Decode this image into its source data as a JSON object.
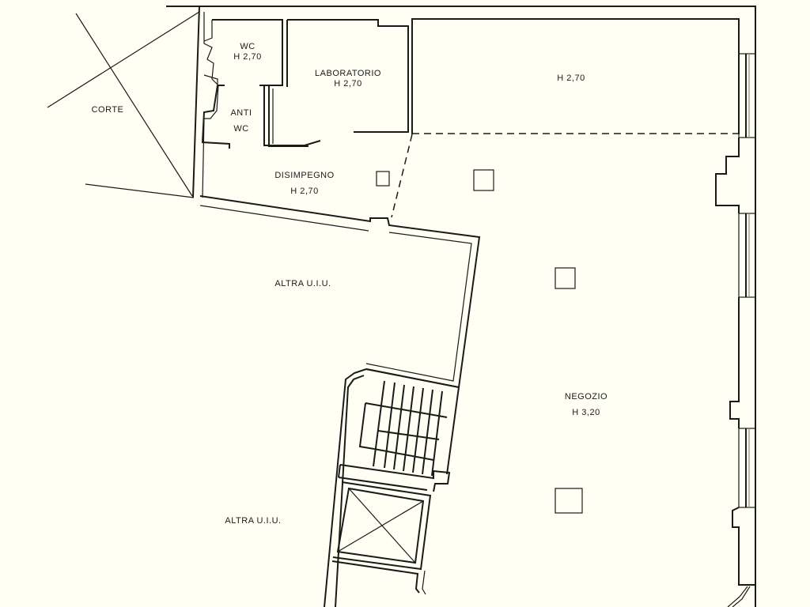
{
  "plan": {
    "background": "#fffff4",
    "line_color": "#1a1a1a",
    "rooms": [
      {
        "id": "corte",
        "name": "CORTE",
        "height": ""
      },
      {
        "id": "wc",
        "name": "WC",
        "height": "H 2,70"
      },
      {
        "id": "anti_wc",
        "name": "ANTI",
        "height": "WC"
      },
      {
        "id": "laboratorio",
        "name": "LABORATORIO",
        "height": "H 2,70"
      },
      {
        "id": "upper_area",
        "name": "",
        "height": "H 2,70"
      },
      {
        "id": "disimpegno",
        "name": "DISIMPEGNO",
        "height": "H 2,70"
      },
      {
        "id": "altra_uiu_1",
        "name": "ALTRA U.I.U.",
        "height": ""
      },
      {
        "id": "negozio",
        "name": "NEGOZIO",
        "height": "H 3,20"
      },
      {
        "id": "altra_uiu_2",
        "name": "ALTRA U.I.U.",
        "height": ""
      }
    ],
    "symbols": {
      "pillars": 4,
      "stair_steps": 14,
      "elevator_shaft": "cross-marked",
      "windows_east_wall": 4
    }
  }
}
